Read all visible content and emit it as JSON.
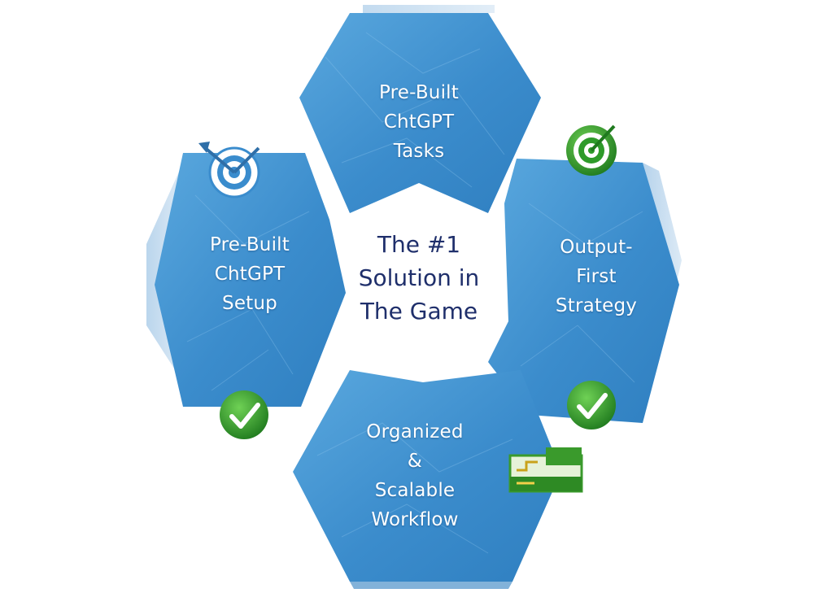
{
  "center": {
    "line1": "The #1",
    "line2": "Solution in",
    "line3": "The Game"
  },
  "nodes": {
    "top": {
      "lines": [
        "Pre-Built",
        "ChtGPT",
        "Tasks"
      ]
    },
    "left": {
      "lines": [
        "Pre-Built",
        "ChtGPT",
        "Setup"
      ]
    },
    "right": {
      "lines": [
        "Output-",
        "First",
        "Strategy"
      ]
    },
    "bottom": {
      "lines": [
        "Organized",
        "&",
        "Scalable",
        "Workflow"
      ]
    }
  },
  "icons": [
    "target-icon",
    "target-icon",
    "checkmark-icon",
    "checkmark-icon",
    "workflow-icon"
  ],
  "colors": {
    "hex_blue": "#3d8fcd",
    "hex_blue_light": "#62aee0",
    "center_text": "#1f2f6b",
    "icon_green": "#2e9a2a"
  }
}
